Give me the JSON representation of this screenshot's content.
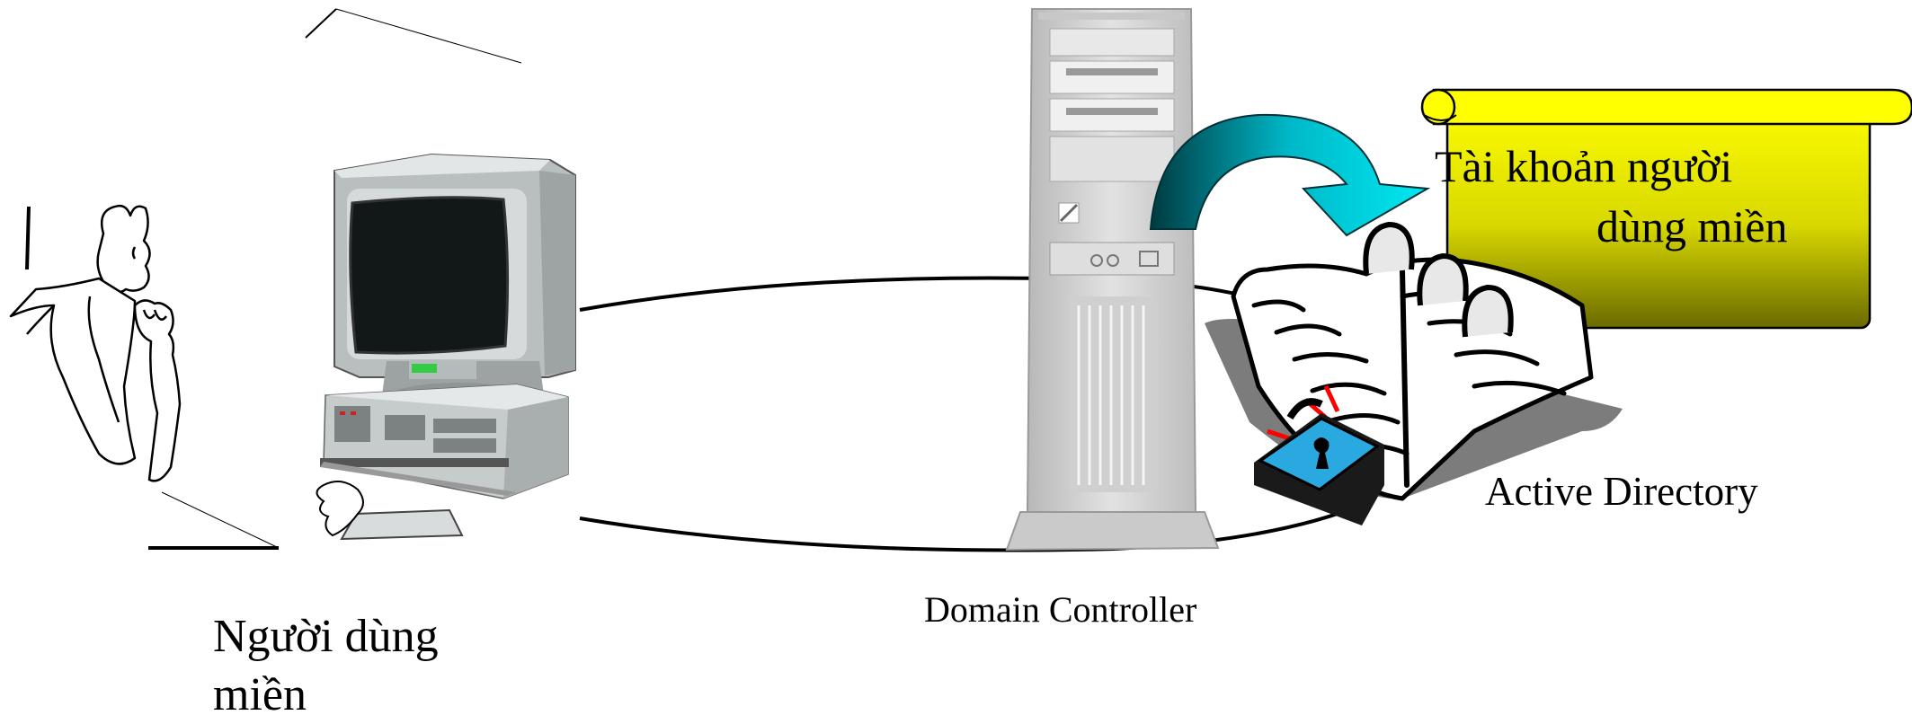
{
  "diagram": {
    "user_label_line1": "Người dùng",
    "user_label_line2": "miền",
    "dc_label": "Domain Controller",
    "ad_label": "Active Directory",
    "account_label_line1": "Tài khoản người",
    "account_label_line2": "dùng miền"
  },
  "colors": {
    "banner_fill": "#ffff00",
    "banner_shadow": "#7a7a00",
    "arrow_fill": "#00c8d8",
    "lock_fill": "#2aa8e0",
    "lock_rays": "#ff0000",
    "computer_body": "#c8cccc",
    "server_body": "#d4d4d4"
  },
  "icons": [
    "person-icon",
    "desktop-computer-icon",
    "server-tower-icon",
    "curved-arrow-icon",
    "directory-book-icon",
    "padlock-icon",
    "scroll-banner-icon"
  ]
}
